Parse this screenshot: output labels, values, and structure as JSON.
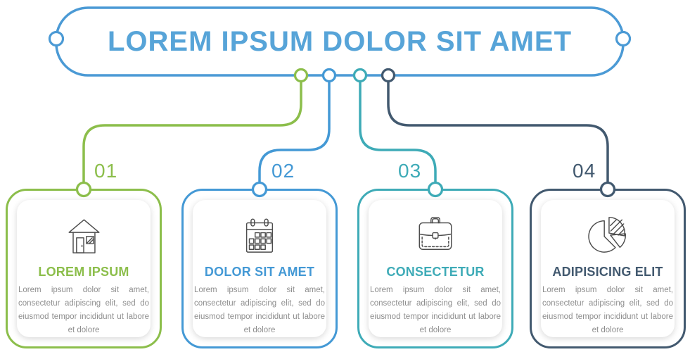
{
  "title": {
    "text": "LOREM IPSUM DOLOR SIT AMET"
  },
  "colors": {
    "title_text": "#57A4D8",
    "box_border": "#4B9AD5",
    "body_text": "#8E8E8E",
    "icon_stroke": "#4D4D4D"
  },
  "steps": [
    {
      "number": "01",
      "heading": "LOREM IPSUM",
      "body": "Lorem ipsum dolor sit amet, consectetur adipiscing elit, sed do eiusmod tempor incididunt ut labore et dolore",
      "color": "#8CBE4B",
      "icon": "house-icon"
    },
    {
      "number": "02",
      "heading": "DOLOR SIT AMET",
      "body": "Lorem ipsum dolor sit amet, consectetur adipiscing elit, sed do eiusmod tempor incididunt ut labore et dolore",
      "color": "#4499D5",
      "icon": "calendar-icon"
    },
    {
      "number": "03",
      "heading": "CONSECTETUR",
      "body": "Lorem ipsum dolor sit amet, consectetur adipiscing elit, sed do eiusmod tempor incididunt ut labore et dolore",
      "color": "#3EABB7",
      "icon": "briefcase-icon"
    },
    {
      "number": "04",
      "heading": "ADIPISICING ELIT",
      "body": "Lorem ipsum dolor sit amet, consectetur adipiscing elit, sed do eiusmod tempor incididunt ut labore et dolore",
      "color": "#42596F",
      "icon": "pie-chart-icon"
    }
  ]
}
